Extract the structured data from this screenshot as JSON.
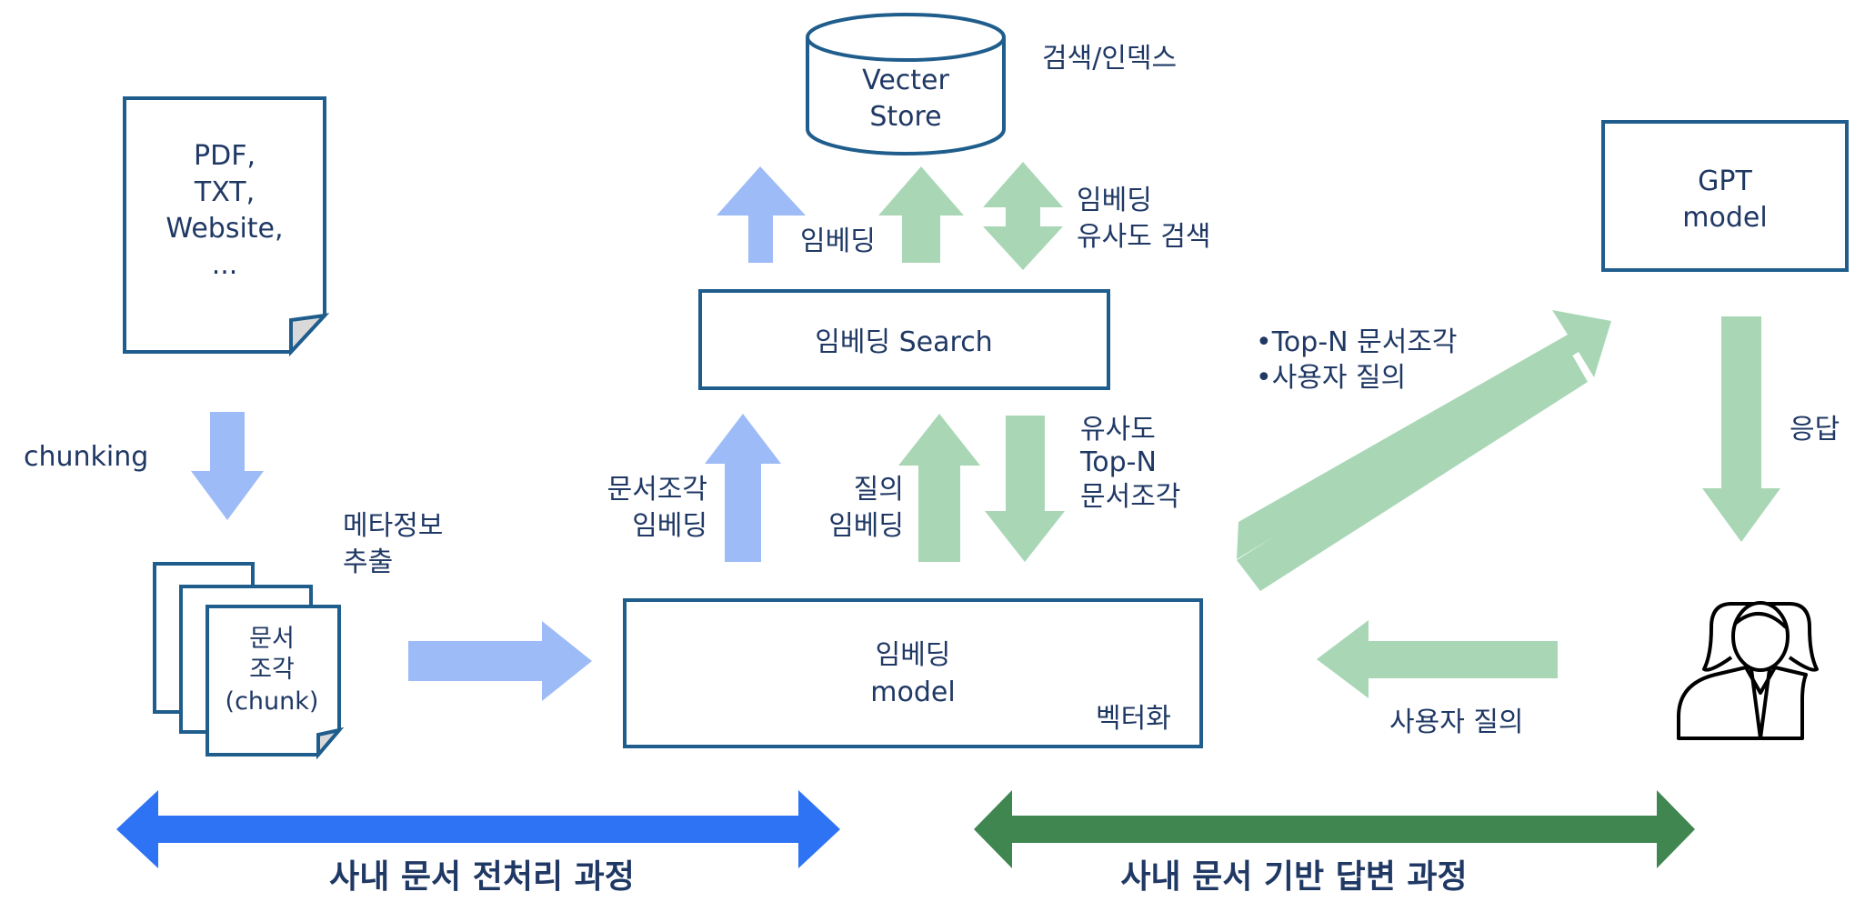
{
  "colors": {
    "blue_arrow": "#9dbbf7",
    "green_arrow": "#a9d7b6",
    "preprocess_bar": "#2f73f5",
    "answer_bar": "#3f8650",
    "box_stroke": "#1f5d8c",
    "text": "#1f3864"
  },
  "source_doc": {
    "line1": "PDF,",
    "line2": "TXT,",
    "line3": "Website,",
    "line4": "..."
  },
  "chunking_label": "chunking",
  "metadata_label": {
    "line1": "메타정보",
    "line2": "추출"
  },
  "chunk_doc": {
    "line1": "문서",
    "line2": "조각",
    "line3": "(chunk)"
  },
  "vector_store": {
    "line1": "Vecter",
    "line2": "Store",
    "caption": "검색/인덱스"
  },
  "top_arrows": {
    "embedding_label": "임베딩",
    "similarity_line1": "임베딩",
    "similarity_line2": "유사도 검색"
  },
  "embedding_search_box": "임베딩 Search",
  "mid_arrows": {
    "doc_embed_line1": "문서조각",
    "doc_embed_line2": "임베딩",
    "query_embed_line1": "질의",
    "query_embed_line2": "임베딩",
    "topn_line1": "유사도",
    "topn_line2": "Top-N",
    "topn_line3": "문서조각"
  },
  "embedding_model_box": {
    "line1": "임베딩",
    "line2": "model",
    "corner": "벡터화"
  },
  "gpt_box": {
    "line1": "GPT",
    "line2": "model"
  },
  "gpt_input_bullets": [
    "•Top-N 문서조각",
    "•사용자 질의"
  ],
  "response_label": "응답",
  "user_query_label": "사용자 질의",
  "bottom_bars": {
    "preprocess": "사내 문서 전처리 과정",
    "answer": "사내 문서 기반 답변 과정"
  }
}
